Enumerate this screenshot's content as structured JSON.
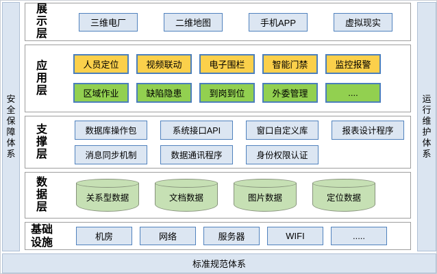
{
  "frame": {
    "left_panel": "安全保障体系",
    "right_panel": "运行维护体系",
    "bottom_bar": "标准规范体系"
  },
  "colors": {
    "panel_blue": "#dbe5f1",
    "box_blue_fill": "#dce6f2",
    "box_border_blue": "#4f81bd",
    "app_yellow": "#fbd04b",
    "app_green": "#92d050",
    "cylinder_green": "#c6e0b4"
  },
  "layers": {
    "display": {
      "label": "展示层",
      "boxes": [
        "三维电厂",
        "二维地图",
        "手机APP",
        "虚拟现实"
      ]
    },
    "application": {
      "label": "应用层",
      "row1": [
        "人员定位",
        "视频联动",
        "电子围栏",
        "智能门禁",
        "监控报警"
      ],
      "row2": [
        "区域作业",
        "缺陷隐患",
        "到岗到位",
        "外委管理",
        "...."
      ]
    },
    "support": {
      "label": "支撑层",
      "row1": [
        "数据库操作包",
        "系统接口API",
        "窗口自定义库",
        "报表设计程序"
      ],
      "row2": [
        "消息同步机制",
        "数据通讯程序",
        "身份权限认证"
      ]
    },
    "data": {
      "label": "数据层",
      "cylinders": [
        "关系型数据",
        "文档数据",
        "图片数据",
        "定位数据"
      ]
    },
    "infrastructure": {
      "label": "基础设施",
      "boxes": [
        "机房",
        "网络",
        "服务器",
        "WIFI",
        "....."
      ]
    }
  }
}
